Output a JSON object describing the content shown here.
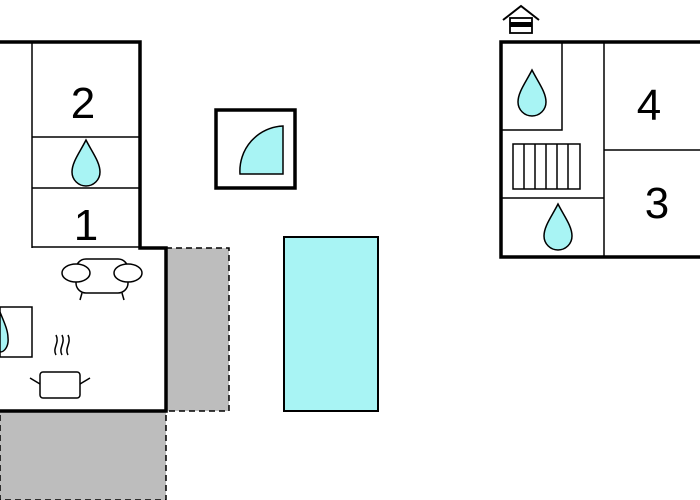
{
  "rooms": [
    {
      "number": "2"
    },
    {
      "number": "1"
    },
    {
      "number": "4"
    },
    {
      "number": "3"
    }
  ],
  "icons": {
    "water_drop": "water-drop-icon",
    "sofa": "sofa-icon",
    "cooking_pot": "cooking-pot-icon",
    "shower": "shower-icon",
    "radiator": "radiator-icon",
    "house": "house-icon"
  },
  "colors": {
    "water": "#a8f4f4",
    "terrace": "#bdbdbd",
    "wall": "#000000",
    "background": "#ffffff"
  }
}
